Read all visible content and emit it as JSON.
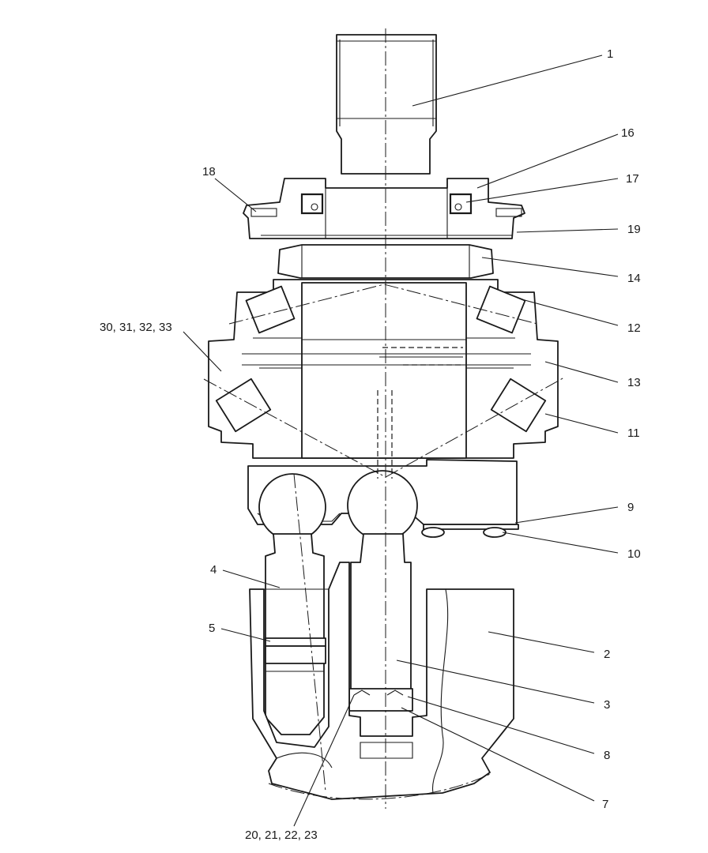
{
  "diagram": {
    "callouts": [
      {
        "id": "c1",
        "text": "1"
      },
      {
        "id": "c16",
        "text": "16"
      },
      {
        "id": "c17",
        "text": "17"
      },
      {
        "id": "c18",
        "text": "18"
      },
      {
        "id": "c19",
        "text": "19"
      },
      {
        "id": "c14",
        "text": "14"
      },
      {
        "id": "c12",
        "text": "12"
      },
      {
        "id": "c30",
        "text": "30, 31, 32, 33"
      },
      {
        "id": "c13",
        "text": "13"
      },
      {
        "id": "c11",
        "text": "11"
      },
      {
        "id": "c9",
        "text": "9"
      },
      {
        "id": "c10",
        "text": "10"
      },
      {
        "id": "c4",
        "text": "4"
      },
      {
        "id": "c5",
        "text": "5"
      },
      {
        "id": "c2",
        "text": "2"
      },
      {
        "id": "c3",
        "text": "3"
      },
      {
        "id": "c8",
        "text": "8"
      },
      {
        "id": "c7",
        "text": "7"
      },
      {
        "id": "c20",
        "text": "20, 21, 22, 23"
      }
    ]
  }
}
